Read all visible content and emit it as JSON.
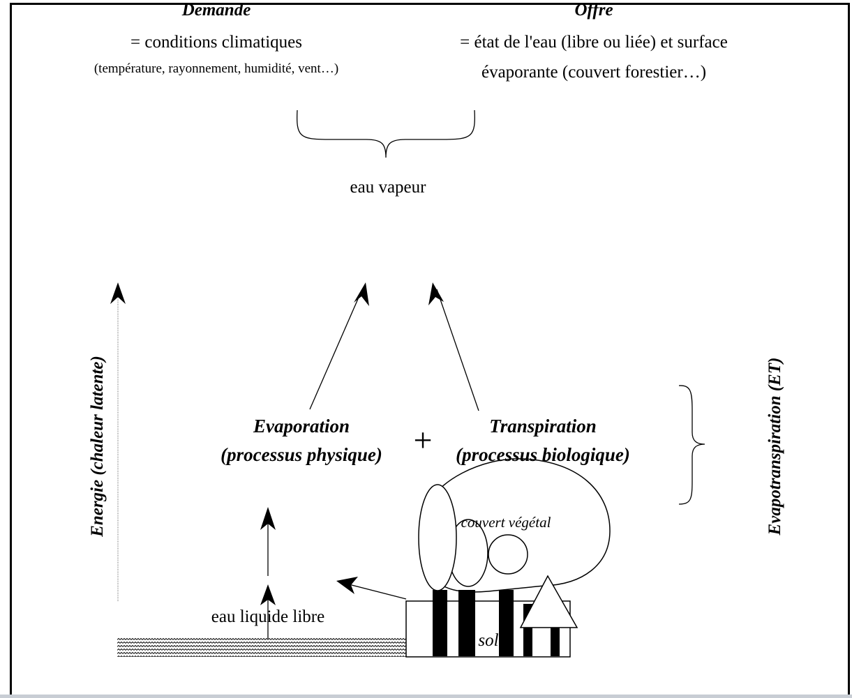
{
  "demande": {
    "title": "Demande",
    "line1": "= conditions climatiques",
    "line2": "(température, rayonnement, humidité, vent…)"
  },
  "offre": {
    "title": "Offre",
    "line1": "= état de l'eau (libre ou liée) et surface",
    "line2": "évaporante (couvert forestier…)"
  },
  "center": {
    "eau_vapeur": "eau vapeur",
    "evaporation": "Evaporation",
    "evaporation_sub": "(processus physique)",
    "plus": "+",
    "transpiration": "Transpiration",
    "transpiration_sub": "(processus biologique)",
    "eau_liquide": "eau liquide libre",
    "couvert": "couvert végétal",
    "sol": "sol"
  },
  "side": {
    "energie": "Energie (chaleur latente)",
    "evapotranspiration": "Evapotranspiration (ET)"
  }
}
